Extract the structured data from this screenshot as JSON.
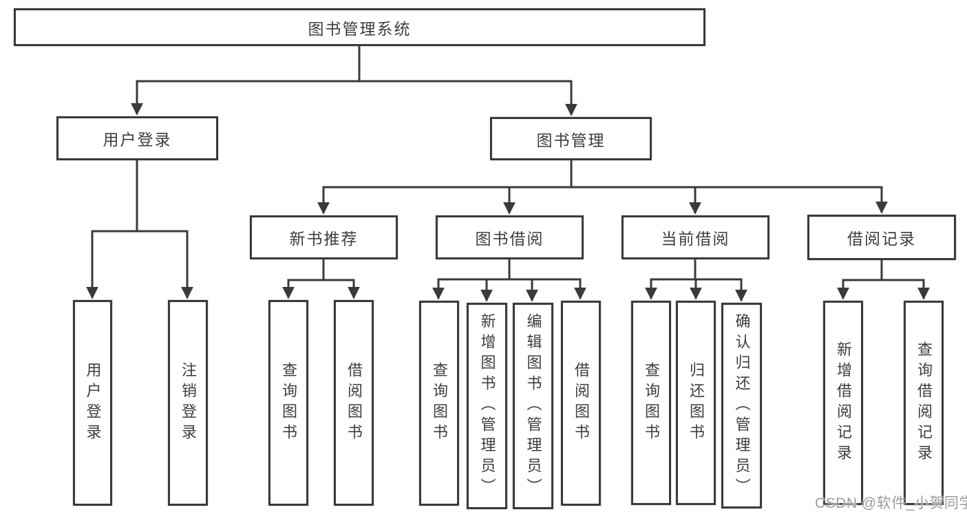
{
  "colors": {
    "line": "#3a3a3e",
    "text": "#3d3d42",
    "watermark": "#9b9b9b"
  },
  "root": {
    "label": "图书管理系统"
  },
  "user_login": {
    "label": "用户登录",
    "children": [
      {
        "label": "用户登录"
      },
      {
        "label": "注销登录"
      }
    ]
  },
  "book_mgmt": {
    "label": "图书管理"
  },
  "new_book_rec": {
    "label": "新书推荐",
    "children": [
      {
        "label": "查询图书"
      },
      {
        "label": "借阅图书"
      }
    ]
  },
  "book_borrow": {
    "label": "图书借阅",
    "children": [
      {
        "label": "查询图书"
      },
      {
        "label": "新增图书（管理员）"
      },
      {
        "label": "编辑图书（管理员）"
      },
      {
        "label": "借阅图书"
      }
    ]
  },
  "current_borrow": {
    "label": "当前借阅",
    "children": [
      {
        "label": "查询图书"
      },
      {
        "label": "归还图书"
      },
      {
        "label": "确认归还（管理员）"
      }
    ]
  },
  "borrow_records": {
    "label": "借阅记录",
    "children": [
      {
        "label": "新增借阅记录"
      },
      {
        "label": "查询借阅记录"
      }
    ]
  },
  "watermark": {
    "label": "CSDN @软件_小贺同学"
  }
}
